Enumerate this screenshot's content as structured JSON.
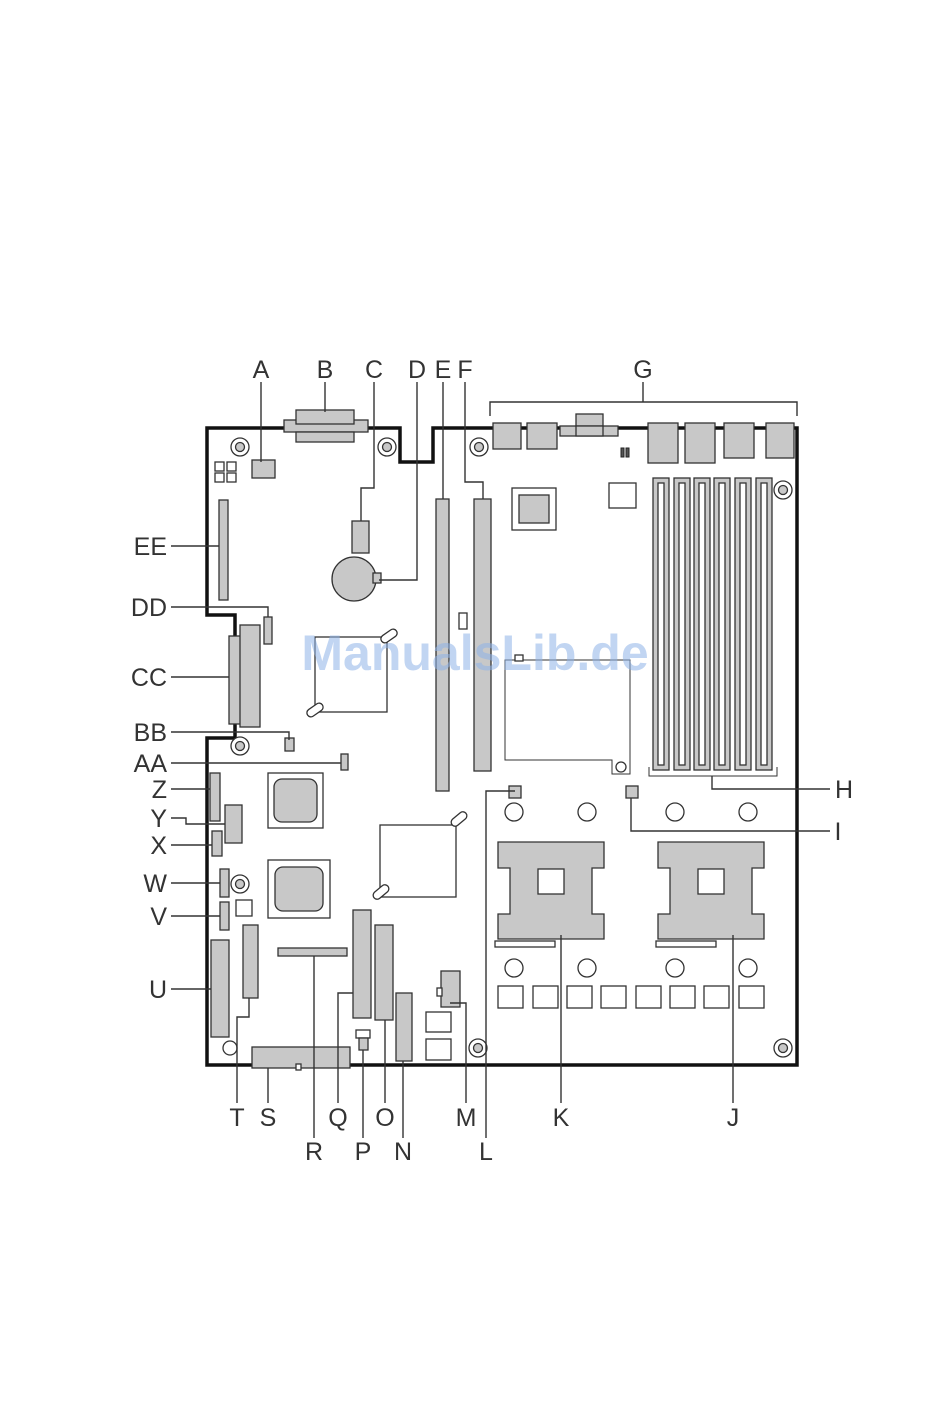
{
  "watermark": "ManualsLib.de",
  "callouts": [
    "A",
    "B",
    "C",
    "D",
    "E",
    "F",
    "G",
    "H",
    "I",
    "J",
    "K",
    "L",
    "M",
    "N",
    "O",
    "P",
    "Q",
    "R",
    "S",
    "T",
    "U",
    "V",
    "W",
    "X",
    "Y",
    "Z",
    "AA",
    "BB",
    "CC",
    "DD",
    "EE"
  ],
  "colors": {
    "board_outline": "#111111",
    "component_fill": "#c8c8c8",
    "watermark": "#8fb3e8"
  }
}
